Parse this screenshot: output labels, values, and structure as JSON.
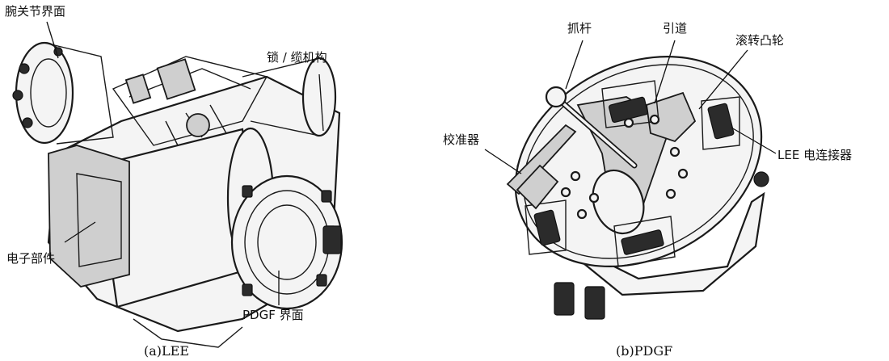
{
  "panel_a": {
    "caption": "(a)LEE",
    "labels": {
      "wrist_interface": "腕关节界面",
      "lock_cable": "锁 / 缆机构",
      "electronics": "电子部件",
      "pdgf_interface": "PDGF 界面"
    }
  },
  "panel_b": {
    "caption": "(b)PDGF",
    "labels": {
      "grapple_shaft": "抓杆",
      "guide": "引道",
      "roll_cam": "滚转凸轮",
      "calibrator": "校准器",
      "lee_connector": "LEE 电连接器"
    }
  }
}
